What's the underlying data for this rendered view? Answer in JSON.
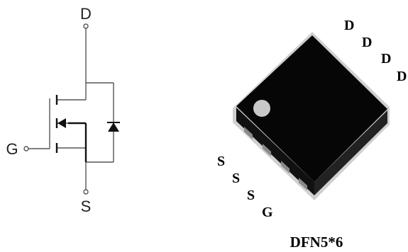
{
  "schematic": {
    "drain_label": "D",
    "gate_label": "G",
    "source_label": "S"
  },
  "package": {
    "drain_pins": [
      "D",
      "D",
      "D",
      "D"
    ],
    "source_pins": [
      "S",
      "S",
      "S"
    ],
    "gate_pin": "G",
    "name": "DFN5*6"
  },
  "colors": {
    "line": "#555555",
    "terminal_label": "#222222",
    "package_body": "#060606",
    "package_edge": "#d0d0d0",
    "pin1_dot": "#c8c8c8",
    "pin_label": "#000000"
  }
}
